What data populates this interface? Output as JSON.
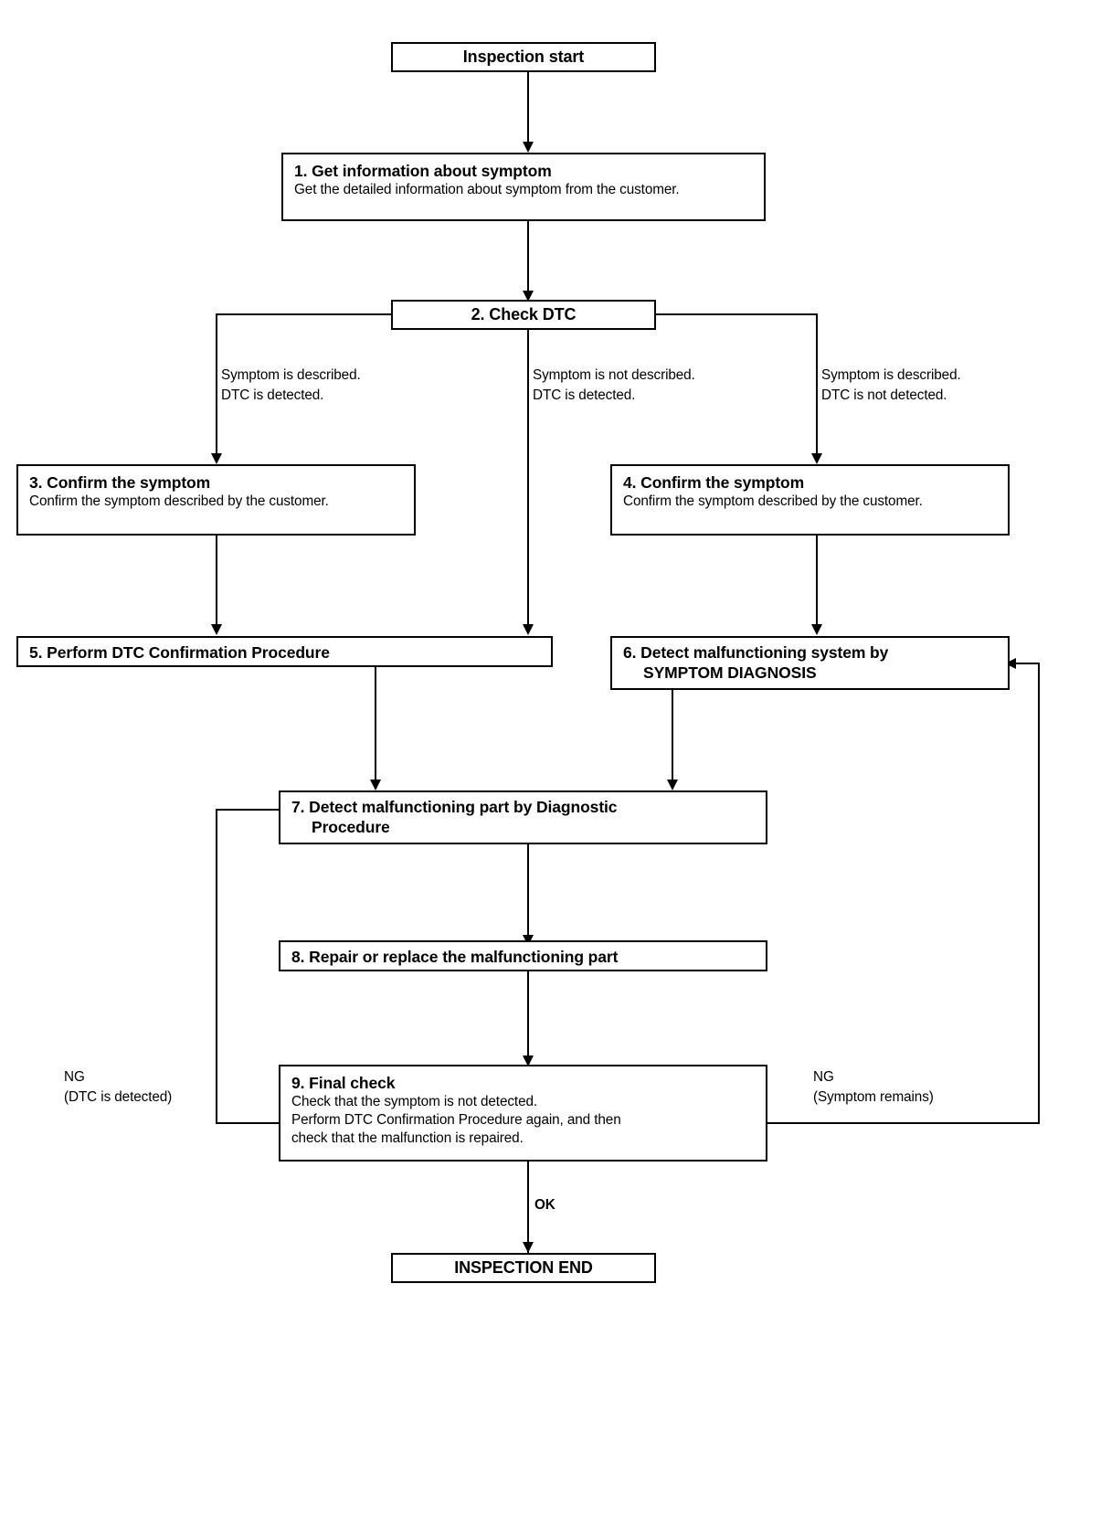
{
  "diagram": {
    "title": "Inspection start",
    "type": "flowchart",
    "nodes": [
      {
        "id": "start",
        "label": "Inspection start"
      },
      {
        "id": "step1",
        "title": "1. Get information about symptom",
        "body": "Get the detailed information about symptom from the customer."
      },
      {
        "id": "step2",
        "title": "2. Check DTC"
      },
      {
        "id": "step3",
        "title": "3. Confirm the symptom",
        "body": "Confirm the symptom described by the customer."
      },
      {
        "id": "step4",
        "title": "4. Confirm the symptom",
        "body": "Confirm the symptom described by the customer."
      },
      {
        "id": "step5",
        "title": "5. Perform DTC Confirmation Procedure"
      },
      {
        "id": "step6",
        "title_line1": "6. Detect malfunctioning system by",
        "title_line2": "SYMPTOM DIAGNOSIS"
      },
      {
        "id": "step7",
        "title_line1": "7. Detect malfunctioning part by Diagnostic",
        "title_line2": "Procedure"
      },
      {
        "id": "step8",
        "title": "8. Repair or replace the malfunctioning part"
      },
      {
        "id": "step9",
        "title": "9. Final check",
        "body_line1": "Check that the symptom is not detected.",
        "body_line2": "Perform DTC Confirmation Procedure again, and then",
        "body_line3": "check that the malfunction is repaired."
      },
      {
        "id": "end",
        "label": "INSPECTION END"
      }
    ],
    "edge_labels": {
      "branch_left": "Symptom is described.\nDTC is detected.",
      "branch_middle": "Symptom is not described.\nDTC is detected.",
      "branch_right": "Symptom is described.\nDTC is not detected.",
      "ng_left": "NG\n(DTC is detected)",
      "ng_right": "NG\n(Symptom remains)",
      "ok": "OK"
    },
    "colors": {
      "line": "#000000",
      "box_border": "#000000",
      "background": "#ffffff",
      "text": "#000000"
    }
  }
}
